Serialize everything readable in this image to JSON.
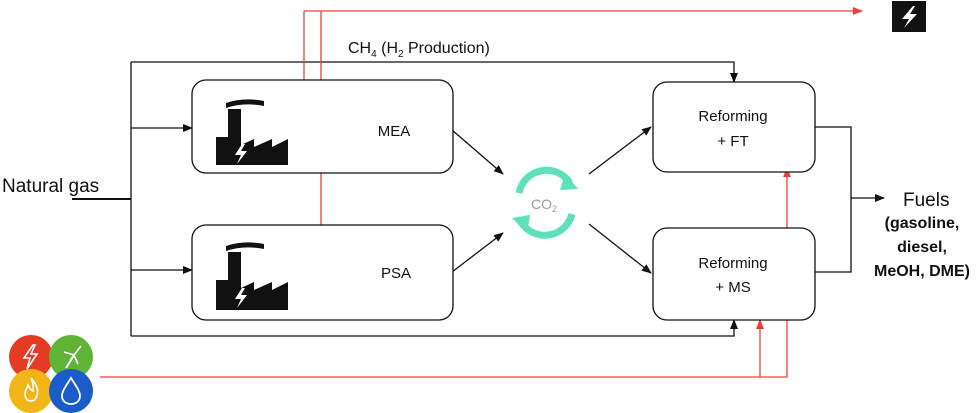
{
  "source_label": "Natural gas",
  "bypass_label": {
    "main": "CH",
    "sub1": "4",
    "mid": " (H",
    "sub2": "2",
    "end": " Production)"
  },
  "plants": [
    {
      "capture": "MEA"
    },
    {
      "capture": "PSA"
    }
  ],
  "co2_label": {
    "main": "CO",
    "sub": "2"
  },
  "processes": [
    {
      "line1": "Reforming",
      "line2": "+ FT"
    },
    {
      "line1": "Reforming",
      "line2": "+ MS"
    }
  ],
  "output": {
    "title": "Fuels",
    "items": [
      "(gasoline,",
      "diesel,",
      "MeOH, DME)"
    ]
  },
  "icons": {
    "factory": "factory-lightning-icon",
    "electricity_output": "lightning-bolt-icon",
    "energy_inputs": [
      "lightning-icon",
      "wind-turbine-icon",
      "flame-icon",
      "water-drop-icon"
    ]
  },
  "colors": {
    "carbon_flow": "#111111",
    "energy_flow": "#e8413a",
    "co2_cycle": "#5ee0b8",
    "energy_red": "#e53a24",
    "energy_green": "#5fb336",
    "energy_yellow": "#f2b518",
    "energy_blue": "#1c5cc9"
  }
}
